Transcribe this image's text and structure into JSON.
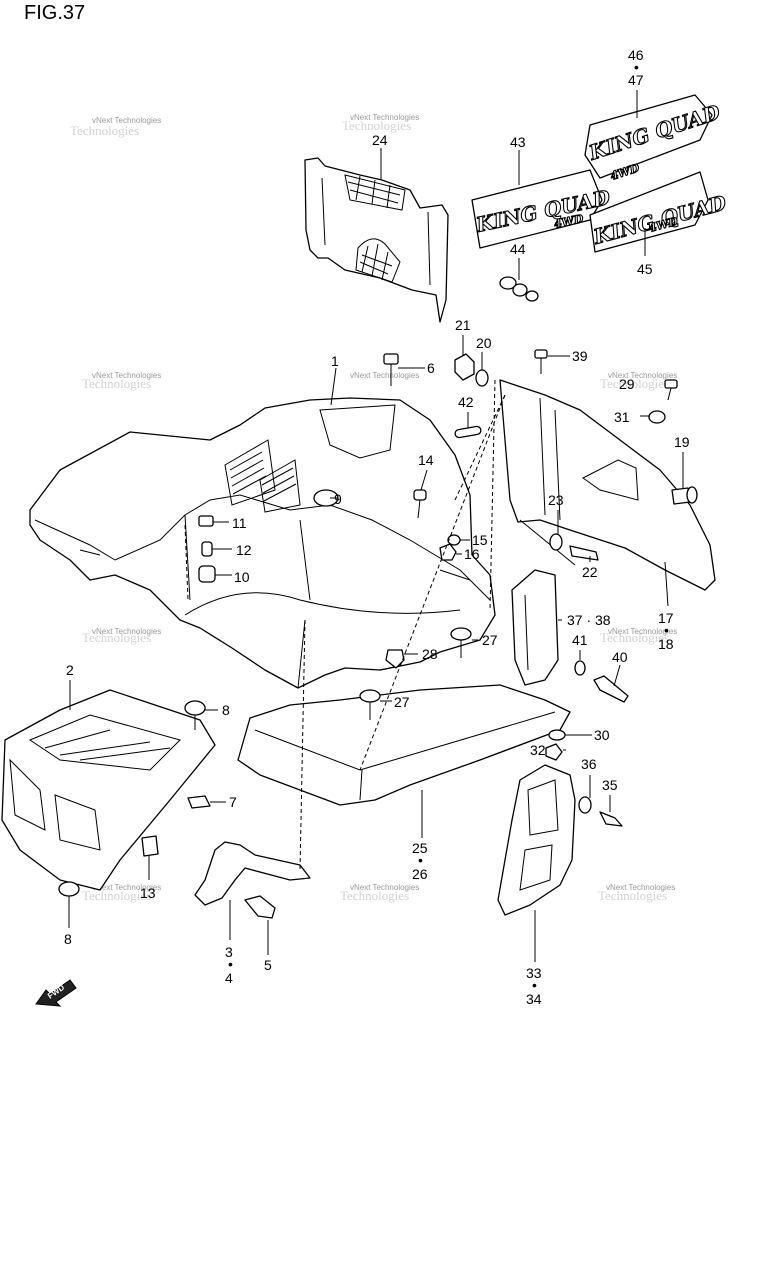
{
  "figure": {
    "title": "FIG.37"
  },
  "watermark": {
    "line1": "vNext Technologies",
    "line2": "Technologies"
  },
  "decals": {
    "king_quad": "KING QUAD",
    "four_wd": "4WD"
  },
  "direction": {
    "label": "FWD"
  },
  "callouts": {
    "c1": "1",
    "c2": "2",
    "c3": "3",
    "c4": "4",
    "c5": "5",
    "c6": "6",
    "c7": "7",
    "c8a": "8",
    "c8b": "8",
    "c9": "9",
    "c10": "10",
    "c11": "11",
    "c12": "12",
    "c13": "13",
    "c14": "14",
    "c15": "15",
    "c16": "16",
    "c17": "17",
    "c18": "18",
    "c19": "19",
    "c20": "20",
    "c21": "21",
    "c22": "22",
    "c23": "23",
    "c24": "24",
    "c25": "25",
    "c26": "26",
    "c27a": "27",
    "c27b": "27",
    "c28": "28",
    "c29": "29",
    "c30": "30",
    "c31": "31",
    "c32": "32",
    "c33": "33",
    "c34": "34",
    "c35": "35",
    "c36": "36",
    "c37_38": "37 · 38",
    "c39": "39",
    "c40": "40",
    "c41": "41",
    "c42": "42",
    "c43": "43",
    "c44": "44",
    "c45": "45",
    "c46": "46",
    "c47": "47"
  }
}
